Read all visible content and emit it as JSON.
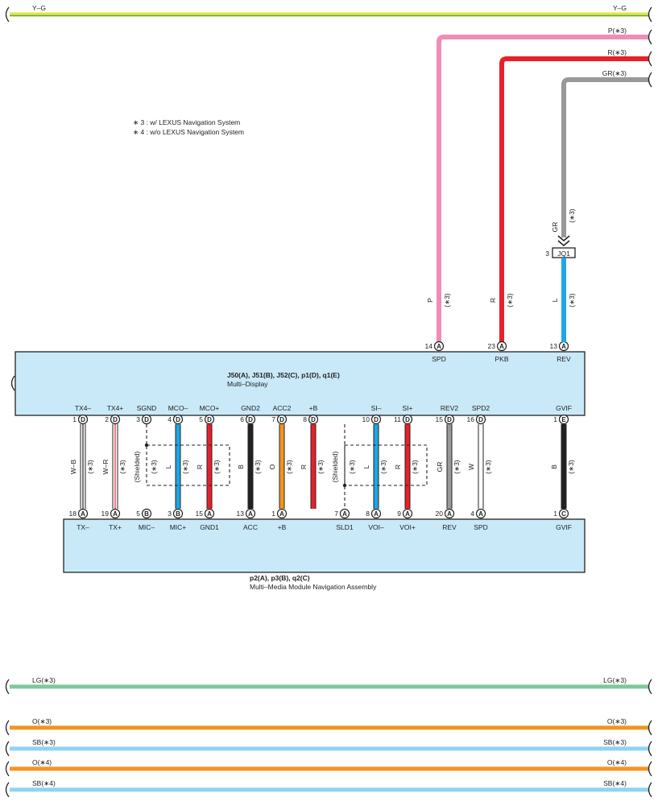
{
  "bus_wires": [
    {
      "left_label": "Y–G",
      "right_label": "Y–G",
      "color": "#e8e23c",
      "stripe": "#4caf50"
    },
    {
      "left_label": "LG(∗3)",
      "right_label": "LG(∗3)",
      "color": "#7fc79a"
    },
    {
      "left_label": "O(∗3)",
      "right_label": "O(∗3)",
      "color": "#f39420"
    },
    {
      "left_label": "SB(∗3)",
      "right_label": "SB(∗3)",
      "color": "#8fd3f2"
    },
    {
      "left_label": "O(∗4)",
      "right_label": "O(∗4)",
      "color": "#f39420"
    },
    {
      "left_label": "SB(∗4)",
      "right_label": "SB(∗4)",
      "color": "#8fd3f2"
    }
  ],
  "feed_wires": [
    {
      "label": "P(∗3)",
      "color": "#f08cb8"
    },
    {
      "label": "R(∗3)",
      "color": "#e8202a"
    },
    {
      "label": "GR(∗3)",
      "color": "#999999"
    }
  ],
  "notes": [
    "∗ 3 : w/ LEXUS Navigation System",
    "∗ 4 : w/o LEXUS Navigation System"
  ],
  "junction": {
    "pin": "3",
    "name": "JQ1",
    "wire_code": "GR",
    "wire_note": "(∗3)"
  },
  "multi_display": {
    "connectors": "J50(A), J51(B), J52(C), p1(D), q1(E)",
    "name": "Multi–Display",
    "top_pins": [
      {
        "pin": "14",
        "conn": "A",
        "label": "SPD",
        "wire": "P",
        "note": "(∗3)",
        "color": "#f08cb8"
      },
      {
        "pin": "23",
        "conn": "A",
        "label": "PKB",
        "wire": "R",
        "note": "(∗3)",
        "color": "#e8202a"
      },
      {
        "pin": "13",
        "conn": "A",
        "label": "REV",
        "wire": "L",
        "note": "(∗3)",
        "color": "#1ea7e4"
      }
    ],
    "bottom_pins": [
      {
        "pin": "1",
        "conn": "D",
        "label": "TX4–"
      },
      {
        "pin": "2",
        "conn": "D",
        "label": "TX4+"
      },
      {
        "pin": "3",
        "conn": "D",
        "label": "SGND"
      },
      {
        "pin": "4",
        "conn": "D",
        "label": "MCO–"
      },
      {
        "pin": "5",
        "conn": "D",
        "label": "MCO+"
      },
      {
        "pin": "6",
        "conn": "D",
        "label": "GND2"
      },
      {
        "pin": "7",
        "conn": "D",
        "label": "ACC2"
      },
      {
        "pin": "8",
        "conn": "D",
        "label": "+B"
      },
      {
        "pin": "10",
        "conn": "D",
        "label": "SI–"
      },
      {
        "pin": "11",
        "conn": "D",
        "label": "SI+"
      },
      {
        "pin": "15",
        "conn": "D",
        "label": "REV2"
      },
      {
        "pin": "16",
        "conn": "D",
        "label": "SPD2"
      },
      {
        "pin": "1",
        "conn": "E",
        "label": "GVIF"
      }
    ]
  },
  "media_module": {
    "connectors": "p2(A), p3(B), q2(C)",
    "name": "Multi–Media Module Navigation Assembly",
    "top_pins": [
      {
        "pin": "18",
        "conn": "A",
        "label": "TX–"
      },
      {
        "pin": "19",
        "conn": "A",
        "label": "TX+"
      },
      {
        "pin": "5",
        "conn": "B",
        "label": "MIC–"
      },
      {
        "pin": "3",
        "conn": "B",
        "label": "MIC+"
      },
      {
        "pin": "15",
        "conn": "A",
        "label": "GND1"
      },
      {
        "pin": "13",
        "conn": "A",
        "label": "ACC"
      },
      {
        "pin": "1",
        "conn": "A",
        "label": "+B"
      },
      {
        "pin": "7",
        "conn": "A",
        "label": "SLD1"
      },
      {
        "pin": "8",
        "conn": "A",
        "label": "VOI–"
      },
      {
        "pin": "9",
        "conn": "A",
        "label": "VOI+"
      },
      {
        "pin": "20",
        "conn": "A",
        "label": "REV"
      },
      {
        "pin": "4",
        "conn": "A",
        "label": "SPD"
      },
      {
        "pin": "1",
        "conn": "C",
        "label": "GVIF"
      }
    ]
  },
  "harness": [
    {
      "wire": "W–B",
      "note": "(∗3)",
      "color": "#ffffff",
      "stripe": "#222222"
    },
    {
      "wire": "W–R",
      "note": "(∗3)",
      "color": "#ffffff",
      "stripe": "#e8202a"
    },
    {
      "wire": "L",
      "note": "(∗3)",
      "color": "#1ea7e4"
    },
    {
      "wire": "R",
      "note": "(∗3)",
      "color": "#e8202a"
    },
    {
      "wire": "B",
      "note": "(∗3)",
      "color": "#222222"
    },
    {
      "wire": "O",
      "note": "(∗3)",
      "color": "#f39420"
    },
    {
      "wire": "R",
      "note": "(∗3)",
      "color": "#e8202a"
    },
    {
      "wire": "L",
      "note": "(∗3)",
      "color": "#1ea7e4"
    },
    {
      "wire": "R",
      "note": "(∗3)",
      "color": "#e8202a"
    },
    {
      "wire": "GR",
      "note": "(∗3)",
      "color": "#999999"
    },
    {
      "wire": "W",
      "note": "(∗3)",
      "color": "#ffffff"
    },
    {
      "wire": "B",
      "note": "(∗3)",
      "color": "#222222"
    }
  ],
  "shields": [
    {
      "label": "(Shielded)",
      "note": "(∗3)"
    },
    {
      "label": "(Shielded)",
      "note": "(∗3)"
    }
  ],
  "box_color": "#c9e9f8"
}
